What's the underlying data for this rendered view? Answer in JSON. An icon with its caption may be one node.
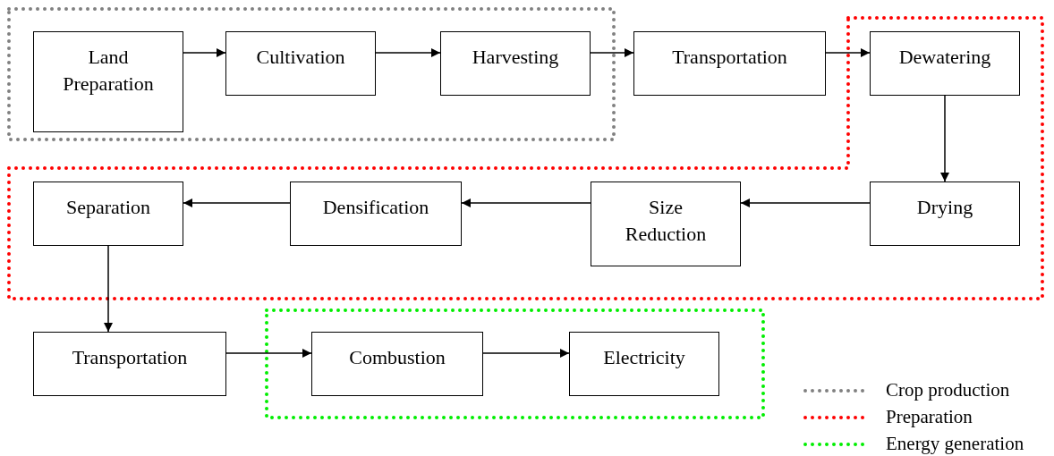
{
  "diagram": {
    "nodes": [
      {
        "text": [
          "Land Preparation"
        ]
      },
      {
        "text": [
          "Cultivation"
        ]
      },
      {
        "text": [
          "Harvesting"
        ]
      },
      {
        "text": [
          "Transportation"
        ]
      },
      {
        "text": [
          "Dewatering"
        ]
      },
      {
        "text": [
          "Drying"
        ]
      },
      {
        "text": [
          "Size Reduction"
        ]
      },
      {
        "text": [
          "Densification"
        ]
      },
      {
        "text": [
          "Separation"
        ]
      },
      {
        "text": [
          "Transportation"
        ]
      },
      {
        "text": [
          "Combustion"
        ]
      },
      {
        "text": [
          "Electricity"
        ]
      }
    ],
    "edges": [
      {
        "from": 0,
        "to": 1,
        "arrow": "to"
      },
      {
        "from": 1,
        "to": 2,
        "arrow": "to"
      },
      {
        "from": 2,
        "to": 3,
        "arrow": "to"
      },
      {
        "from": 3,
        "to": 4,
        "arrow": "to"
      },
      {
        "from": 4,
        "to": 5,
        "arrow": "to"
      },
      {
        "from": 5,
        "to": 6,
        "arrow": "to"
      },
      {
        "from": 6,
        "to": 7,
        "arrow": "to"
      },
      {
        "from": 7,
        "to": 8,
        "arrow": "to"
      },
      {
        "from": 8,
        "to": 9,
        "arrow": "to"
      },
      {
        "from": 9,
        "to": 10,
        "arrow": "to"
      },
      {
        "from": 10,
        "to": 11,
        "arrow": "to"
      }
    ],
    "legend": [
      {
        "text": "Crop production"
      },
      {
        "text": "Preparation"
      },
      {
        "text": "Energy generation"
      }
    ]
  }
}
